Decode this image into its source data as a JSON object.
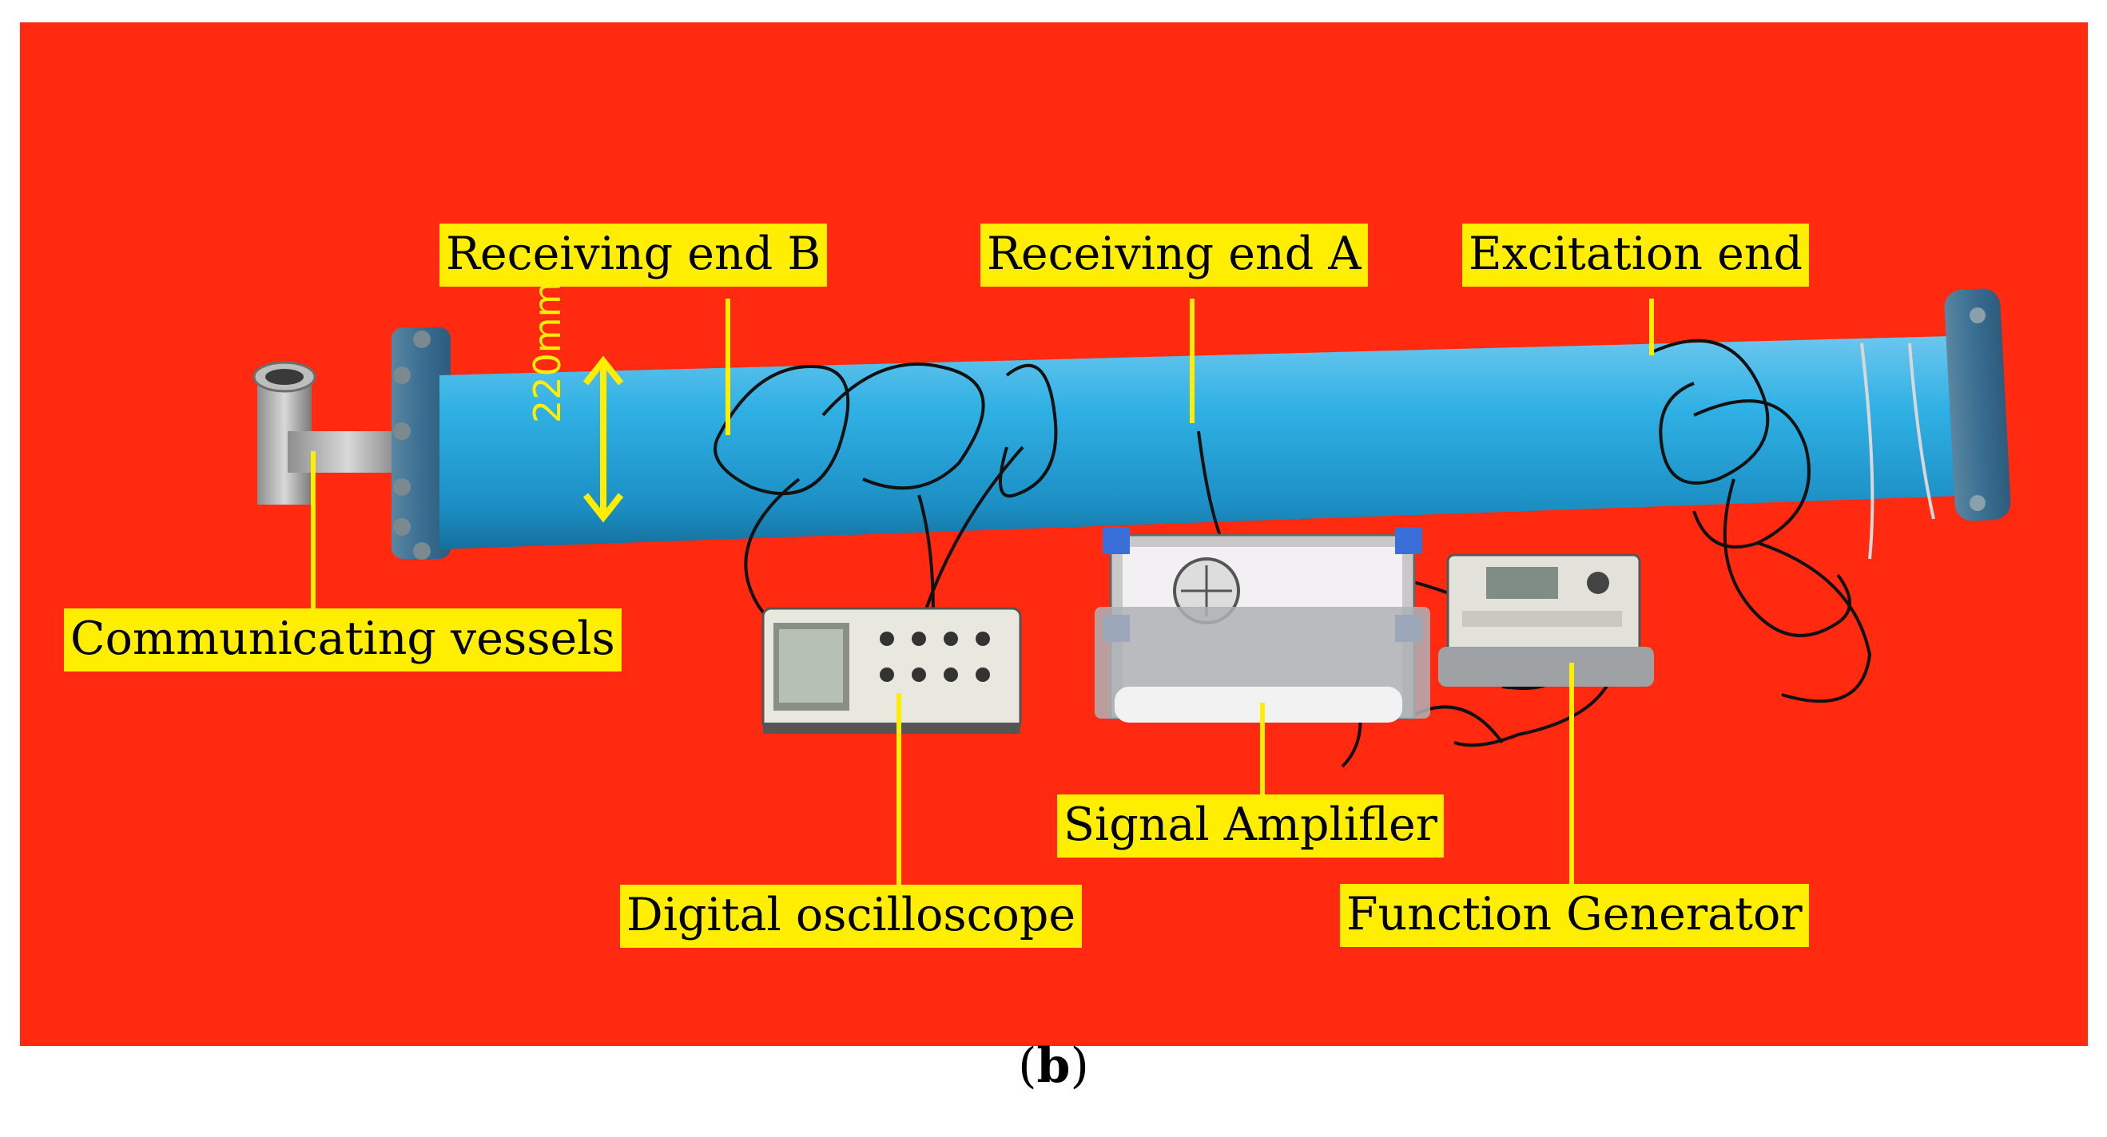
{
  "labels": {
    "receiving_end_b": "Receiving end B",
    "receiving_end_a": "Receiving end A",
    "excitation_end": "Excitation end",
    "communicating_vessels": "Communicating vessels",
    "signal_amplifier": "Signal Amplifler",
    "digital_oscilloscope": "Digital oscilloscope",
    "function_generator": "Function Generator"
  },
  "dimension": "220mm",
  "caption": {
    "open": "(",
    "letter": "b",
    "close": ")"
  },
  "colors": {
    "background": "#ff2a10",
    "pipe": "#29a8dc",
    "label_fill": "#ffee00",
    "leader_line": "#ffee00"
  }
}
